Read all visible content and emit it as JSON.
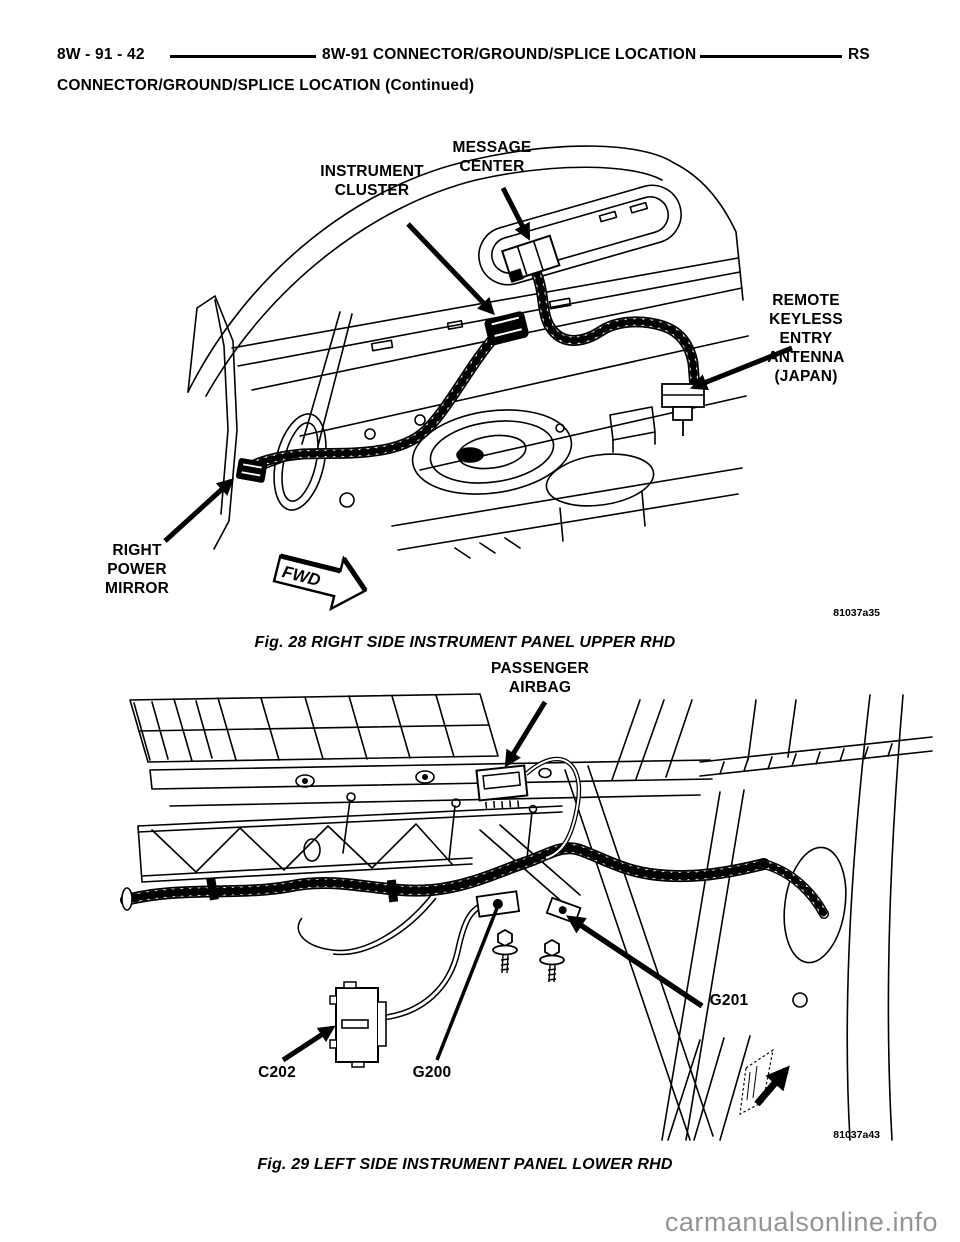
{
  "header": {
    "page_ref": "8W - 91 - 42",
    "section_title": "8W-91  CONNECTOR/GROUND/SPLICE LOCATION",
    "model_code": "RS",
    "subtitle": "CONNECTOR/GROUND/SPLICE LOCATION (Continued)"
  },
  "fig28": {
    "labels": {
      "instrument_cluster": "INSTRUMENT\nCLUSTER",
      "message_center": "MESSAGE\nCENTER",
      "remote_keyless": "REMOTE\nKEYLESS\nENTRY\nANTENNA\n(JAPAN)",
      "right_power_mirror": "RIGHT\nPOWER\nMIRROR",
      "fwd": "FWD"
    },
    "image_tag": "81037a35",
    "caption": "Fig. 28 RIGHT SIDE INSTRUMENT PANEL UPPER RHD"
  },
  "fig29": {
    "labels": {
      "passenger_airbag": "PASSENGER\nAIRBAG",
      "c202": "C202",
      "g200": "G200",
      "g201": "G201"
    },
    "image_tag": "81037a43",
    "caption": "Fig. 29 LEFT SIDE INSTRUMENT PANEL LOWER RHD"
  },
  "watermark": "carmanualsonline.info",
  "colors": {
    "ink": "#000000",
    "watermark_gray": "#949494"
  }
}
